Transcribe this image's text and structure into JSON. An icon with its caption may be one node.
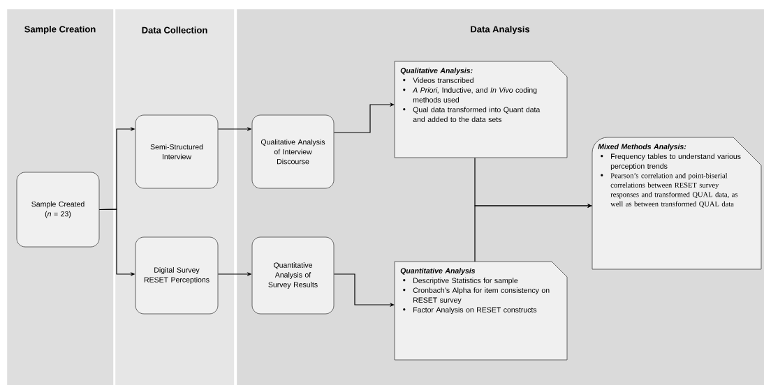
{
  "diagram": {
    "nodes": [
      {
        "text": [
          "Sample Creation"
        ]
      },
      {
        "text": [
          "Data Collection"
        ]
      },
      {
        "text": [
          "Data Analysis"
        ]
      },
      {
        "text": [
          "Sample Created (*n* = 23)"
        ],
        "in": 0
      },
      {
        "text": [
          "Semi-Structured Interview"
        ],
        "in": 1
      },
      {
        "text": [
          "Digital Survey RESET Perceptions"
        ],
        "in": 1
      },
      {
        "text": [
          "Qualitative Analysis of Interview Discourse"
        ],
        "in": 2
      },
      {
        "text": [
          "Quantitative Analysis of Survey Results"
        ],
        "in": 2
      },
      {
        "text": [
          "Qualitative Analysis:",
          "Videos transcribed",
          "*A Priori,* Inductive, and *In Vivo* coding methods used",
          "Qual data transformed into Quant data and added to the data sets"
        ],
        "in": 2
      },
      {
        "text": [
          "Quantitative Analysis",
          "Descriptive Statistics for sample",
          "Cronbach’s Alpha for item consistency on RESET survey",
          "Factor Analysis on RESET constructs"
        ],
        "in": 2
      },
      {
        "text": [
          "Mixed Methods Analysis:",
          "Frequency tables to understand various perception trends",
          "Pearson’s correlation and point-biserial correlations between RESET survey responses and transformed QUAL data, as well as between transformed QUAL data"
        ],
        "in": 2
      }
    ],
    "edges": [
      {
        "from": 3,
        "to": 4,
        "arrow": "to"
      },
      {
        "from": 3,
        "to": 5,
        "arrow": "to"
      },
      {
        "from": 4,
        "to": 6,
        "arrow": "to"
      },
      {
        "from": 5,
        "to": 7,
        "arrow": "to"
      },
      {
        "from": 6,
        "to": 8,
        "arrow": "to"
      },
      {
        "from": 7,
        "to": 9,
        "arrow": "to"
      },
      {
        "from": 8,
        "to": 10,
        "arrow": "to"
      },
      {
        "from": 9,
        "to": 10,
        "arrow": "to"
      }
    ]
  }
}
